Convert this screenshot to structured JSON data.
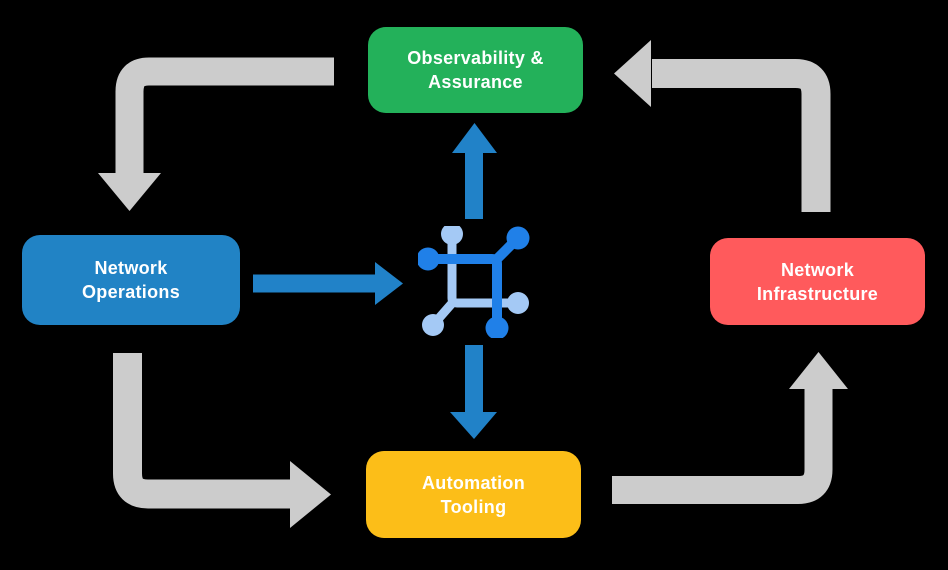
{
  "title": "Network automation closed-loop diagram",
  "colors": {
    "background": "#000000",
    "arrow_gray": "#cccccc",
    "arrow_blue": "#2182c8",
    "icon_dark_blue": "#2080e8",
    "icon_light_blue": "#a4c9f5",
    "label_text": "#ffffff"
  },
  "nodes": {
    "observability": {
      "line1": "Observability &",
      "line2": "Assurance",
      "color": "#23b15a"
    },
    "operations": {
      "line1": "Network",
      "line2": "Operations",
      "color": "#2183c5"
    },
    "infrastructure": {
      "line1": "Network",
      "line2": "Infrastructure",
      "color": "#ff5a5c"
    },
    "tooling": {
      "line1": "Automation",
      "line2": "Tooling",
      "color": "#fcbe18"
    }
  },
  "center_icon": "network-chip-icon",
  "edges": [
    {
      "from": "Observability & Assurance",
      "to": "Network Operations",
      "style": "gray-elbow"
    },
    {
      "from": "Network Operations",
      "to": "Automation Tooling",
      "style": "gray-elbow"
    },
    {
      "from": "Automation Tooling",
      "to": "Network Infrastructure",
      "style": "gray-elbow"
    },
    {
      "from": "Network Infrastructure",
      "to": "Observability & Assurance",
      "style": "gray-elbow"
    },
    {
      "from": "Network Operations",
      "to": "center-icon",
      "style": "blue-straight"
    },
    {
      "from": "center-icon",
      "to": "Observability & Assurance",
      "style": "blue-straight"
    },
    {
      "from": "center-icon",
      "to": "Automation Tooling",
      "style": "blue-straight"
    }
  ]
}
